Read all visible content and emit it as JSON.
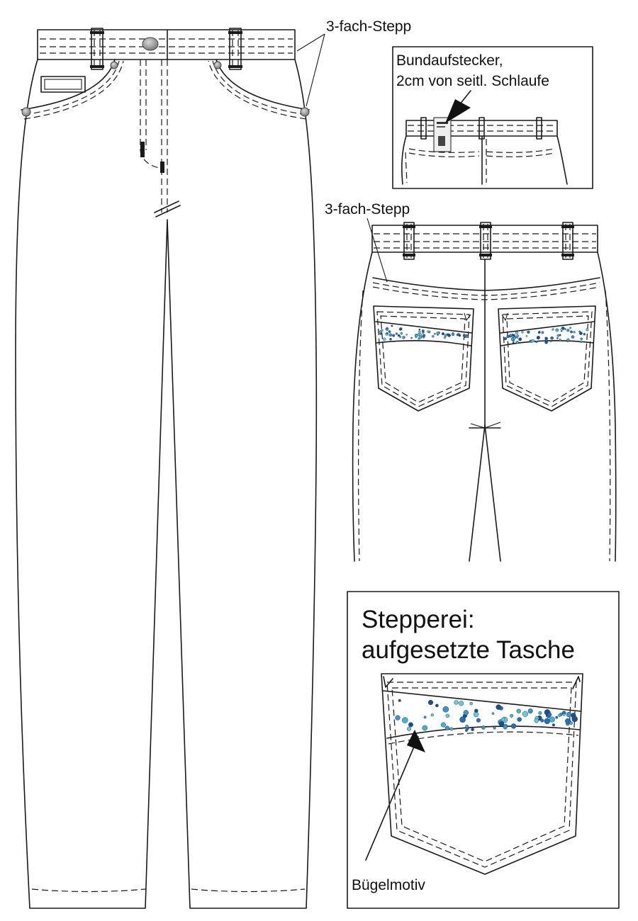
{
  "labels": {
    "triple_stitch_front": "3-fach-Stepp",
    "waistband_tag_line1": "Bundaufstecker,",
    "waistband_tag_line2": "2cm von seitl. Schlaufe",
    "triple_stitch_back": "3-fach-Stepp",
    "stitching_title_line1": "Stepperei:",
    "stitching_title_line2": "aufgesetzte Tasche",
    "iron_on_motif": "Bügelmotiv"
  },
  "colors": {
    "line": "#1a1a1a",
    "rivet": "#9a9a9a",
    "motif_dots": [
      "#2a6fb0",
      "#49b3c9",
      "#6ec9d6",
      "#1e4f8a",
      "#3f95c9"
    ]
  }
}
